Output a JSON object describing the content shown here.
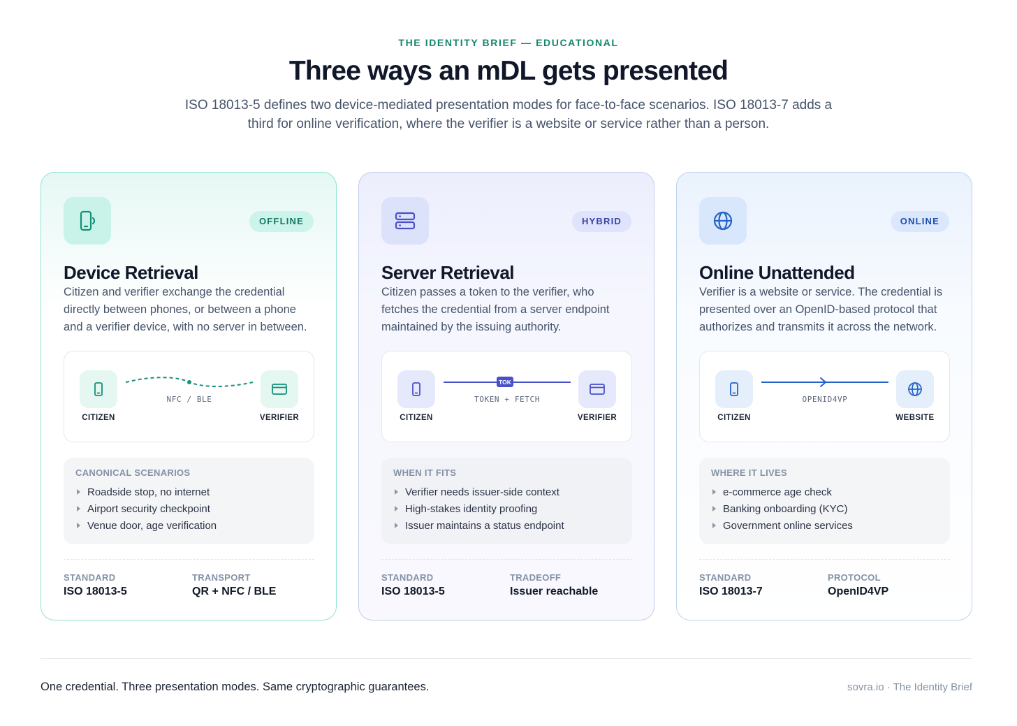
{
  "header": {
    "eyebrow": "THE IDENTITY BRIEF — EDUCATIONAL",
    "title": "Three ways an mDL gets presented",
    "subtitle": "ISO 18013-5 defines two device-mediated presentation modes for face-to-face scenarios. ISO 18013-7 adds a third for online verification, where the verifier is a website or service rather than a person."
  },
  "cards": [
    {
      "icon": "phone-wireless-icon",
      "badge": "OFFLINE",
      "accent": "#15907a",
      "title": "Device Retrieval",
      "description": "Citizen and verifier exchange the credential directly between phones, or between a phone and a verifier device, with no server in between.",
      "flow": {
        "left_icon": "phone-icon",
        "left_label": "CITIZEN",
        "link_icon": "dashed-curve",
        "link_label": "NFC / BLE",
        "right_icon": "card-icon",
        "right_label": "VERIFIER"
      },
      "list_heading": "CANONICAL SCENARIOS",
      "items": [
        "Roadside stop, no internet",
        "Airport security checkpoint",
        "Venue door, age verification"
      ],
      "meta": [
        {
          "label": "STANDARD",
          "value": "ISO 18013-5"
        },
        {
          "label": "TRANSPORT",
          "value": "QR + NFC / BLE"
        }
      ]
    },
    {
      "icon": "server-icon",
      "badge": "HYBRID",
      "accent": "#4a50c8",
      "title": "Server Retrieval",
      "description": "Citizen passes a token to the verifier, who fetches the credential from a server endpoint maintained by the issuing authority.",
      "flow": {
        "left_icon": "phone-icon",
        "left_label": "CITIZEN",
        "link_icon": "token-chip",
        "link_tag": "TOK",
        "link_label": "TOKEN + FETCH",
        "right_icon": "card-icon",
        "right_label": "VERIFIER"
      },
      "list_heading": "WHEN IT FITS",
      "items": [
        "Verifier needs issuer-side context",
        "High-stakes identity proofing",
        "Issuer maintains a status endpoint"
      ],
      "meta": [
        {
          "label": "STANDARD",
          "value": "ISO 18013-5"
        },
        {
          "label": "TRADEOFF",
          "value": "Issuer reachable"
        }
      ]
    },
    {
      "icon": "globe-icon",
      "badge": "ONLINE",
      "accent": "#2563c9",
      "title": "Online Unattended",
      "description": "Verifier is a website or service. The credential is presented over an OpenID-based protocol that authorizes and transmits it across the network.",
      "flow": {
        "left_icon": "phone-icon",
        "left_label": "CITIZEN",
        "link_icon": "arrow-right",
        "link_label": "OPENID4VP",
        "right_icon": "globe-icon",
        "right_label": "WEBSITE"
      },
      "list_heading": "WHERE IT LIVES",
      "items": [
        "e-commerce age check",
        "Banking onboarding (KYC)",
        "Government online services"
      ],
      "meta": [
        {
          "label": "STANDARD",
          "value": "ISO 18013-7"
        },
        {
          "label": "PROTOCOL",
          "value": "OpenID4VP"
        }
      ]
    }
  ],
  "footer": {
    "tagline": "One credential. Three presentation modes. Same cryptographic guarantees.",
    "source": "sovra.io · The Identity Brief"
  }
}
